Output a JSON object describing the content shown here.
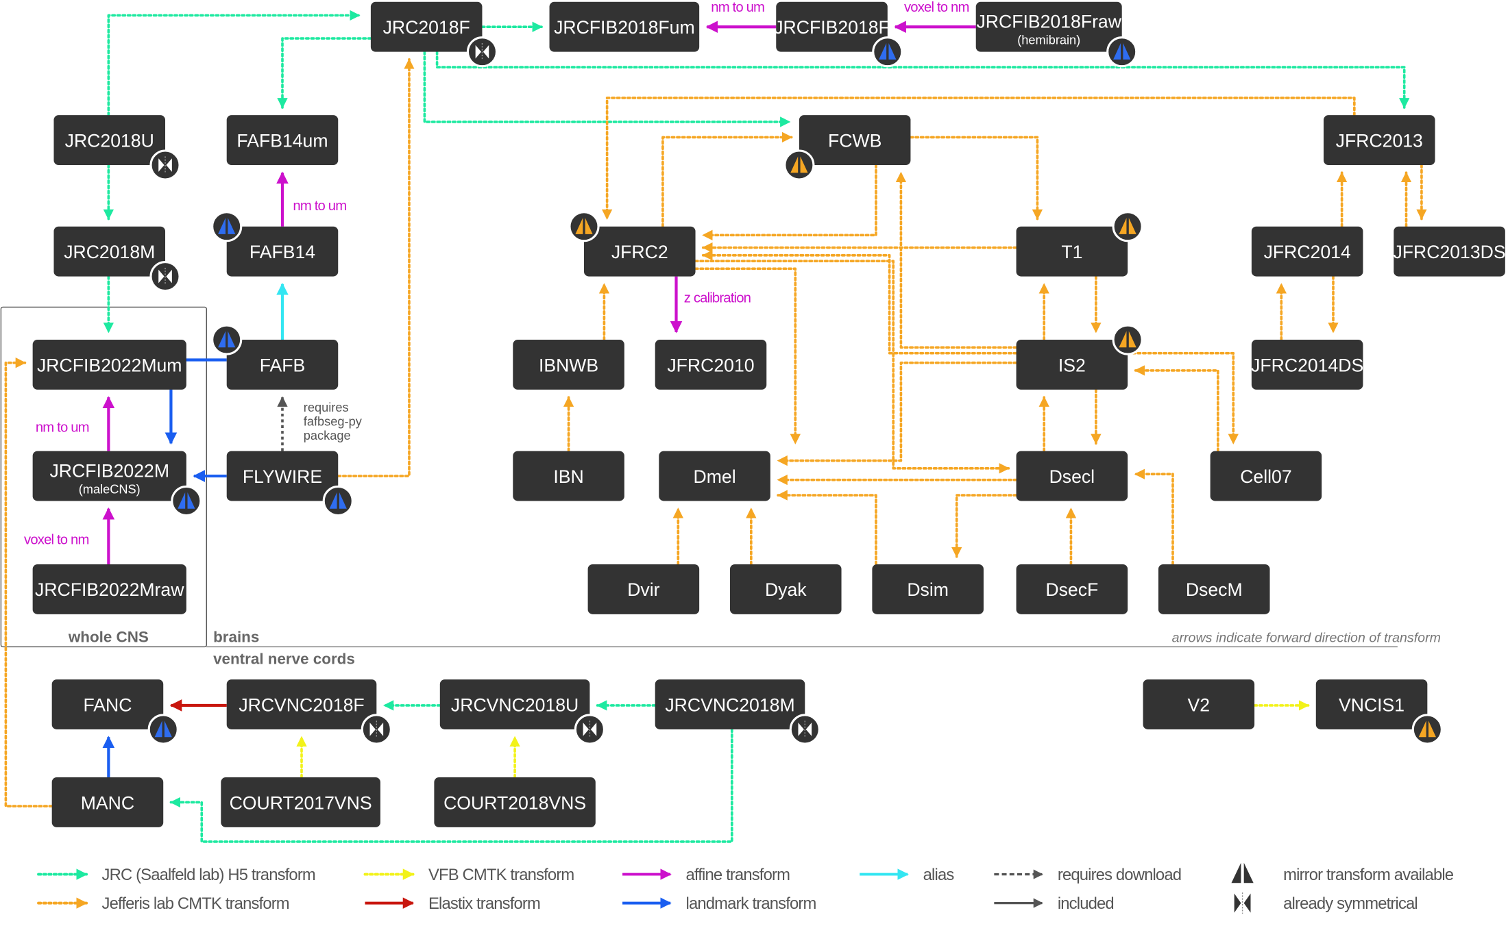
{
  "colors": {
    "jrc": "#1de9a0",
    "jefferis": "#f5a623",
    "vfb": "#f2f21a",
    "elastix": "#c8160e",
    "affine": "#cc11cc",
    "landmark": "#1a5ef0",
    "alias": "#33e6f2",
    "requires": "#555555",
    "box": "#333333",
    "box_text": "#ffffff"
  },
  "nodes": [
    {
      "id": "JRC2018F",
      "label": "JRC2018F",
      "badge": "sym"
    },
    {
      "id": "JRCFIB2018Fum",
      "label": "JRCFIB2018Fum"
    },
    {
      "id": "JRCFIB2018F",
      "label": "JRCFIB2018F",
      "badge": "mirror-blue"
    },
    {
      "id": "JRCFIB2018Fraw",
      "label": "JRCFIB2018Fraw",
      "sub": "(hemibrain)",
      "badge": "mirror-blue"
    },
    {
      "id": "JRC2018U",
      "label": "JRC2018U",
      "badge": "sym"
    },
    {
      "id": "FAFB14um",
      "label": "FAFB14um"
    },
    {
      "id": "FCWB",
      "label": "FCWB",
      "badge": "mirror-orange"
    },
    {
      "id": "JFRC2013",
      "label": "JFRC2013"
    },
    {
      "id": "JRC2018M",
      "label": "JRC2018M",
      "badge": "sym"
    },
    {
      "id": "FAFB14",
      "label": "FAFB14",
      "badge": "mirror-blue"
    },
    {
      "id": "JFRC2",
      "label": "JFRC2",
      "badge": "mirror-orange"
    },
    {
      "id": "T1",
      "label": "T1",
      "badge": "mirror-orange"
    },
    {
      "id": "JFRC2014",
      "label": "JFRC2014"
    },
    {
      "id": "JFRC2013DS",
      "label": "JFRC2013DS"
    },
    {
      "id": "JRCFIB2022Mum",
      "label": "JRCFIB2022Mum"
    },
    {
      "id": "FAFB",
      "label": "FAFB",
      "badge": "mirror-blue"
    },
    {
      "id": "IBNWB",
      "label": "IBNWB"
    },
    {
      "id": "JFRC2010",
      "label": "JFRC2010"
    },
    {
      "id": "IS2",
      "label": "IS2",
      "badge": "mirror-orange"
    },
    {
      "id": "JFRC2014DS",
      "label": "JFRC2014DS"
    },
    {
      "id": "JRCFIB2022M",
      "label": "JRCFIB2022M",
      "sub": "(maleCNS)",
      "badge": "mirror-blue"
    },
    {
      "id": "FLYWIRE",
      "label": "FLYWIRE",
      "badge": "mirror-blue"
    },
    {
      "id": "IBN",
      "label": "IBN"
    },
    {
      "id": "Dmel",
      "label": "Dmel"
    },
    {
      "id": "Dsecl",
      "label": "Dsecl"
    },
    {
      "id": "Cell07",
      "label": "Cell07"
    },
    {
      "id": "JRCFIB2022Mraw",
      "label": "JRCFIB2022Mraw"
    },
    {
      "id": "Dvir",
      "label": "Dvir"
    },
    {
      "id": "Dyak",
      "label": "Dyak"
    },
    {
      "id": "Dsim",
      "label": "Dsim"
    },
    {
      "id": "DsecF",
      "label": "DsecF"
    },
    {
      "id": "DsecM",
      "label": "DsecM"
    },
    {
      "id": "FANC",
      "label": "FANC",
      "badge": "mirror-blue"
    },
    {
      "id": "JRCVNC2018F",
      "label": "JRCVNC2018F",
      "badge": "sym"
    },
    {
      "id": "JRCVNC2018U",
      "label": "JRCVNC2018U",
      "badge": "sym"
    },
    {
      "id": "JRCVNC2018M",
      "label": "JRCVNC2018M",
      "badge": "sym"
    },
    {
      "id": "V2",
      "label": "V2"
    },
    {
      "id": "VNCIS1",
      "label": "VNCIS1",
      "badge": "mirror-orange"
    },
    {
      "id": "MANC",
      "label": "MANC"
    },
    {
      "id": "COURT2017VNS",
      "label": "COURT2017VNS"
    },
    {
      "id": "COURT2018VNS",
      "label": "COURT2018VNS"
    }
  ],
  "edges": [
    {
      "from": "JRC2018U",
      "to": "JRC2018F",
      "type": "jrc"
    },
    {
      "from": "JRC2018F",
      "to": "JRCFIB2018Fum",
      "type": "jrc"
    },
    {
      "from": "JRCFIB2018F",
      "to": "JRCFIB2018Fum",
      "type": "affine",
      "label": "nm to um"
    },
    {
      "from": "JRCFIB2018Fraw",
      "to": "JRCFIB2018F",
      "type": "affine",
      "label": "voxel to nm"
    },
    {
      "from": "JRC2018F",
      "to": "FAFB14um",
      "type": "jrc"
    },
    {
      "from": "JRC2018F",
      "to": "FCWB",
      "type": "jrc"
    },
    {
      "from": "JRC2018F",
      "to": "JFRC2013",
      "type": "jrc"
    },
    {
      "from": "JRC2018U",
      "to": "JRC2018M",
      "type": "jrc"
    },
    {
      "from": "JRC2018M",
      "to": "JRCFIB2022Mum",
      "type": "jrc"
    },
    {
      "from": "FAFB14",
      "to": "FAFB14um",
      "type": "affine",
      "label": "nm to um"
    },
    {
      "from": "FAFB",
      "to": "FAFB14",
      "type": "alias"
    },
    {
      "from": "FAFB",
      "to": "JRCFIB2022M",
      "type": "landmark"
    },
    {
      "from": "FLYWIRE",
      "to": "FAFB",
      "type": "requires",
      "label": "requires fafbseg-py package"
    },
    {
      "from": "FLYWIRE",
      "to": "JRCFIB2022M",
      "type": "landmark"
    },
    {
      "from": "FLYWIRE",
      "to": "JRC2018F",
      "type": "jefferis"
    },
    {
      "from": "JRCFIB2022M",
      "to": "JRCFIB2022Mum",
      "type": "affine",
      "label": "nm to um"
    },
    {
      "from": "JRCFIB2022Mraw",
      "to": "JRCFIB2022M",
      "type": "affine",
      "label": "voxel to nm"
    },
    {
      "from": "JFRC2",
      "to": "JFRC2010",
      "type": "affine",
      "label": "z calibration"
    },
    {
      "from": "IBNWB",
      "to": "JFRC2",
      "type": "jefferis"
    },
    {
      "from": "IBN",
      "to": "IBNWB",
      "type": "jefferis"
    },
    {
      "from": "JFRC2",
      "to": "FCWB",
      "type": "jefferis"
    },
    {
      "from": "FCWB",
      "to": "JFRC2",
      "type": "jefferis"
    },
    {
      "from": "FCWB",
      "to": "T1",
      "type": "jefferis"
    },
    {
      "from": "JFRC2013",
      "to": "JFRC2",
      "type": "jefferis"
    },
    {
      "from": "T1",
      "to": "JFRC2",
      "type": "jefferis"
    },
    {
      "from": "JFRC2",
      "to": "Dmel",
      "type": "jefferis"
    },
    {
      "from": "IS2",
      "to": "FCWB",
      "type": "jefferis"
    },
    {
      "from": "IS2",
      "to": "T1",
      "type": "jefferis"
    },
    {
      "from": "T1",
      "to": "IS2",
      "type": "jefferis"
    },
    {
      "from": "IS2",
      "to": "JFRC2",
      "type": "jefferis"
    },
    {
      "from": "IS2",
      "to": "Dmel",
      "type": "jefferis"
    },
    {
      "from": "Cell07",
      "to": "IS2",
      "type": "jefferis"
    },
    {
      "from": "IS2",
      "to": "Cell07",
      "type": "jefferis"
    },
    {
      "from": "Dsecl",
      "to": "IS2",
      "type": "jefferis"
    },
    {
      "from": "IS2",
      "to": "Dsecl",
      "type": "jefferis"
    },
    {
      "from": "Dsecl",
      "to": "Dmel",
      "type": "jefferis"
    },
    {
      "from": "JFRC2",
      "to": "Dsecl",
      "type": "jefferis"
    },
    {
      "from": "Dsecl",
      "to": "Dsim",
      "type": "jefferis"
    },
    {
      "from": "DsecF",
      "to": "Dsecl",
      "type": "jefferis"
    },
    {
      "from": "DsecM",
      "to": "Dsecl",
      "type": "jefferis"
    },
    {
      "from": "Dvir",
      "to": "Dmel",
      "type": "jefferis"
    },
    {
      "from": "Dyak",
      "to": "Dmel",
      "type": "jefferis"
    },
    {
      "from": "Dsim",
      "to": "Dmel",
      "type": "jefferis"
    },
    {
      "from": "JFRC2014",
      "to": "JFRC2013",
      "type": "jefferis"
    },
    {
      "from": "JFRC2013",
      "to": "JFRC2013DS",
      "type": "jefferis"
    },
    {
      "from": "JFRC2013DS",
      "to": "JFRC2013",
      "type": "jefferis"
    },
    {
      "from": "JFRC2014",
      "to": "JFRC2014DS",
      "type": "jefferis"
    },
    {
      "from": "JFRC2014DS",
      "to": "JFRC2014",
      "type": "jefferis"
    },
    {
      "from": "JRCVNC2018F",
      "to": "FANC",
      "type": "elastix"
    },
    {
      "from": "JRCVNC2018U",
      "to": "JRCVNC2018F",
      "type": "jrc"
    },
    {
      "from": "JRCVNC2018M",
      "to": "JRCVNC2018U",
      "type": "jrc"
    },
    {
      "from": "JRCVNC2018M",
      "to": "MANC",
      "type": "jrc"
    },
    {
      "from": "MANC",
      "to": "FANC",
      "type": "landmark"
    },
    {
      "from": "MANC",
      "to": "JRCFIB2022Mum",
      "type": "jefferis"
    },
    {
      "from": "COURT2017VNS",
      "to": "JRCVNC2018F",
      "type": "vfb"
    },
    {
      "from": "COURT2018VNS",
      "to": "JRCVNC2018U",
      "type": "vfb"
    },
    {
      "from": "V2",
      "to": "VNCIS1",
      "type": "vfb"
    }
  ],
  "regions": {
    "whole_cns": "whole CNS",
    "brains": "brains",
    "vnc": "ventral nerve cords",
    "note": "arrows indicate forward direction of transform"
  },
  "legend": [
    {
      "key": "jrc",
      "label": "JRC (Saalfeld lab) H5 transform"
    },
    {
      "key": "jefferis",
      "label": "Jefferis lab CMTK transform"
    },
    {
      "key": "vfb",
      "label": "VFB CMTK transform"
    },
    {
      "key": "elastix",
      "label": "Elastix transform"
    },
    {
      "key": "affine",
      "label": "affine transform"
    },
    {
      "key": "landmark",
      "label": "landmark transform"
    },
    {
      "key": "alias",
      "label": "alias"
    },
    {
      "key": "requires",
      "label": "requires download"
    },
    {
      "key": "included",
      "label": "included"
    },
    {
      "key": "mirror",
      "label": "mirror transform available"
    },
    {
      "key": "symmetrical",
      "label": "already symmetrical"
    }
  ]
}
